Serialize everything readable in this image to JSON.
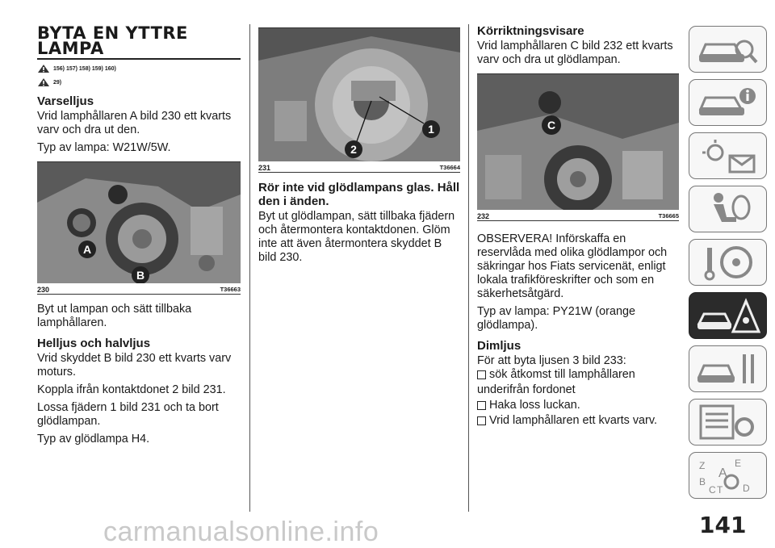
{
  "col1": {
    "title_line1": "BYTA EN YTTRE",
    "title_line2": "LAMPA",
    "ref1": "156) 157) 158) 159) 160)",
    "ref2": "29)",
    "h_varselljus": "Varselljus",
    "p1": "Vrid lamphållaren A bild 230 ett kvarts varv och dra ut den.",
    "p2": "Typ av lampa: W21W/5W.",
    "fig_num": "230",
    "fig_code": "T36663",
    "label_a": "A",
    "label_b": "B",
    "p3": "Byt ut lampan och sätt tillbaka lamphållaren.",
    "h_helljus": "Helljus och halvljus",
    "p4": "Vrid skyddet B bild 230 ett kvarts varv moturs.",
    "p5": "Koppla ifrån kontaktdonet 2 bild 231.",
    "p6": "Lossa fjädern 1 bild 231 och ta bort glödlampan.",
    "p7": "Typ av glödlampa H4."
  },
  "col2": {
    "fig_num": "231",
    "fig_code": "T36664",
    "label_1": "1",
    "label_2": "2",
    "h_warn": "Rör inte vid glödlampans glas. Håll den i änden.",
    "p1": "Byt ut glödlampan, sätt tillbaka fjädern och återmontera kontaktdonen. Glöm inte att även återmontera skyddet B bild 230."
  },
  "col3": {
    "h_korr": "Körriktningsvisare",
    "p1": "Vrid lamphållaren C bild 232 ett kvarts varv och dra ut glödlampan.",
    "fig_num": "232",
    "fig_code": "T36665",
    "label_c": "C",
    "p2": "OBSERVERA! Införskaffa en reservlåda med olika glödlampor och säkringar hos Fiats servicenät, enligt lokala trafikföreskrifter och som en säkerhetsåtgärd.",
    "p3": "Typ av lampa: PY21W (orange glödlampa).",
    "h_dimljus": "Dimljus",
    "p4": "För att byta ljusen 3 bild 233:",
    "b1": "sök åtkomst till lamphållaren",
    "p5": "underifrån fordonet",
    "b2": "Haka loss luckan.",
    "b3": "Vrid lamphållaren ett kvarts varv."
  },
  "sidebar": {
    "tabs": [
      {
        "icon": "car-search-icon"
      },
      {
        "icon": "car-info-icon"
      },
      {
        "icon": "warning-lights-icon"
      },
      {
        "icon": "airbag-seat-icon"
      },
      {
        "icon": "steering-key-icon"
      },
      {
        "icon": "car-emergency-icon",
        "active": true
      },
      {
        "icon": "car-tools-icon"
      },
      {
        "icon": "technical-data-icon"
      },
      {
        "icon": "alphabetical-index-icon"
      }
    ],
    "index_letters": [
      "Z",
      "E",
      "A",
      "B",
      "C",
      "T",
      "D"
    ]
  },
  "page_number": "141",
  "watermark": "carmanualsonline.info"
}
